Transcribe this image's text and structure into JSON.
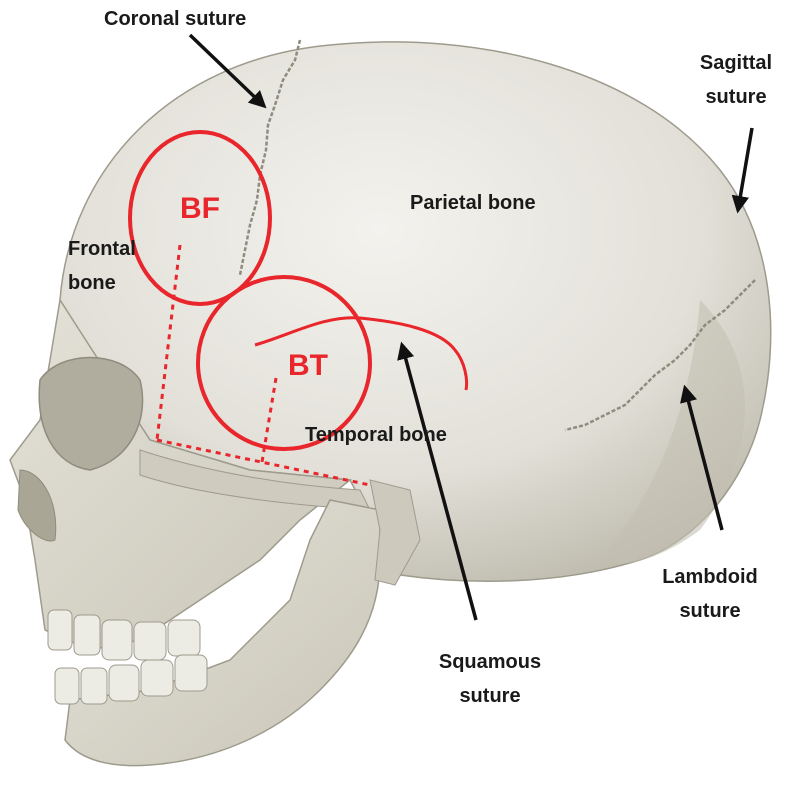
{
  "labels": {
    "coronal_suture": "Coronal suture",
    "sagittal_suture": "Sagittal\nsuture",
    "parietal_bone": "Parietal bone",
    "frontal_bone": "Frontal\nbone",
    "temporal_bone": "Temporal bone",
    "lambdoid_suture": "Lambdoid\nsuture",
    "squamous_suture": "Squamous\nsuture"
  },
  "regions": {
    "bf": "BF",
    "bt": "BT"
  },
  "colors": {
    "region_marker": "#e8262b",
    "arrow": "#111111",
    "bone": "#dcdad0",
    "bone_shadow": "#b9b6a8",
    "text": "#1a1a1a"
  }
}
